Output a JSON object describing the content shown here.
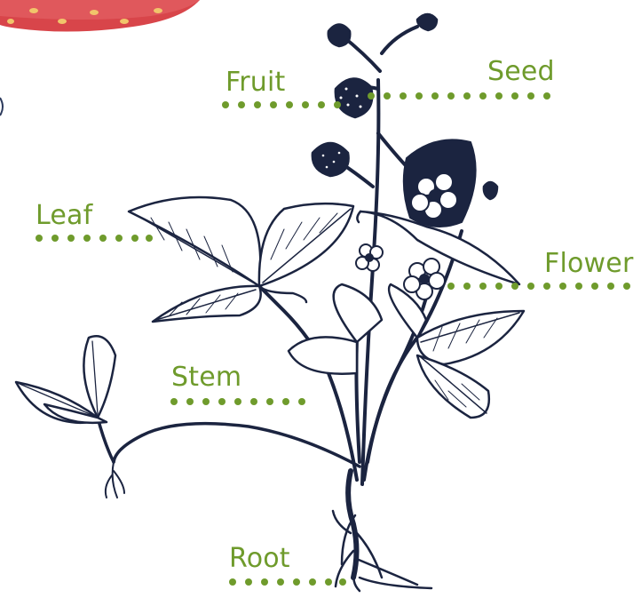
{
  "diagram": {
    "labels": {
      "fruit": "Fruit",
      "seed": "Seed",
      "leaf": "Leaf",
      "flower": "Flower",
      "stem": "Stem",
      "root": "Root"
    }
  },
  "colors": {
    "label": "#6f9b2c",
    "ink": "#1b2440",
    "strawberry": "#d8454a"
  },
  "icons": {
    "plant": "strawberry-plant-illustration",
    "corner": "strawberry-photo"
  }
}
